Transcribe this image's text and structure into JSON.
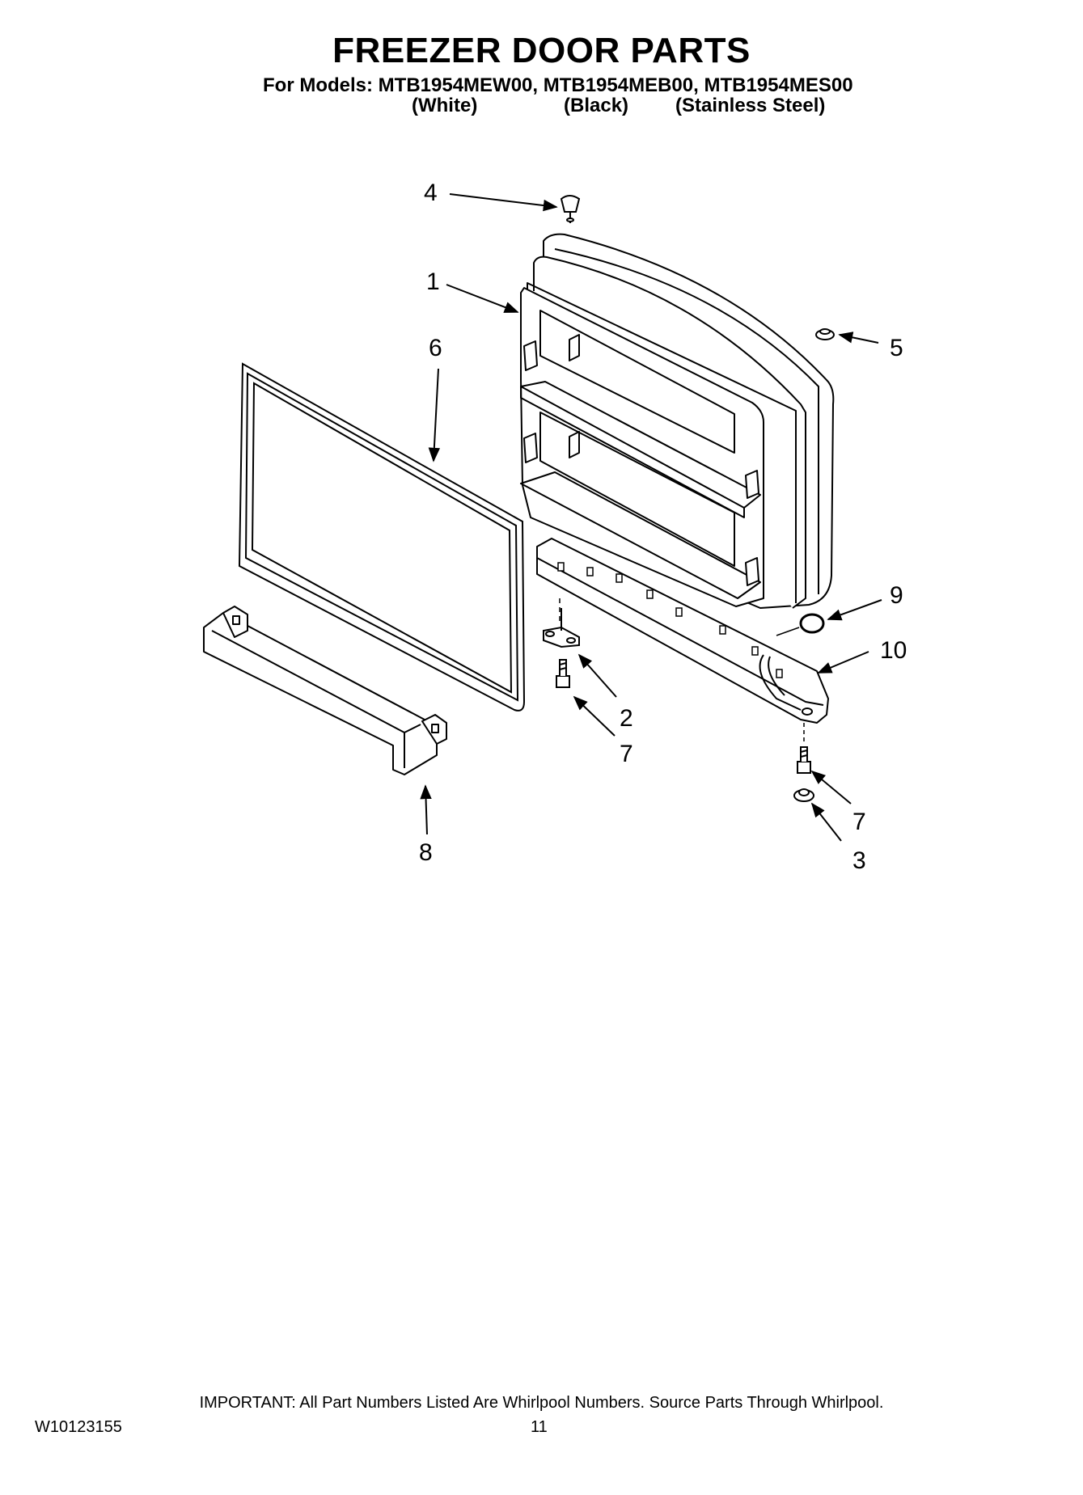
{
  "header": {
    "title": "FREEZER DOOR PARTS",
    "models_line": "For Models: MTB1954MEW00, MTB1954MEB00, MTB1954MES00",
    "finishes": [
      "(White)",
      "(Black)",
      "(Stainless Steel)"
    ]
  },
  "diagram": {
    "callouts": [
      "4",
      "1",
      "6",
      "5",
      "9",
      "10",
      "2",
      "7",
      "7",
      "3",
      "8"
    ]
  },
  "footer": {
    "note": "IMPORTANT: All Part Numbers Listed Are Whirlpool Numbers. Source Parts Through Whirlpool.",
    "doc_id": "W10123155",
    "page_number": "11"
  }
}
